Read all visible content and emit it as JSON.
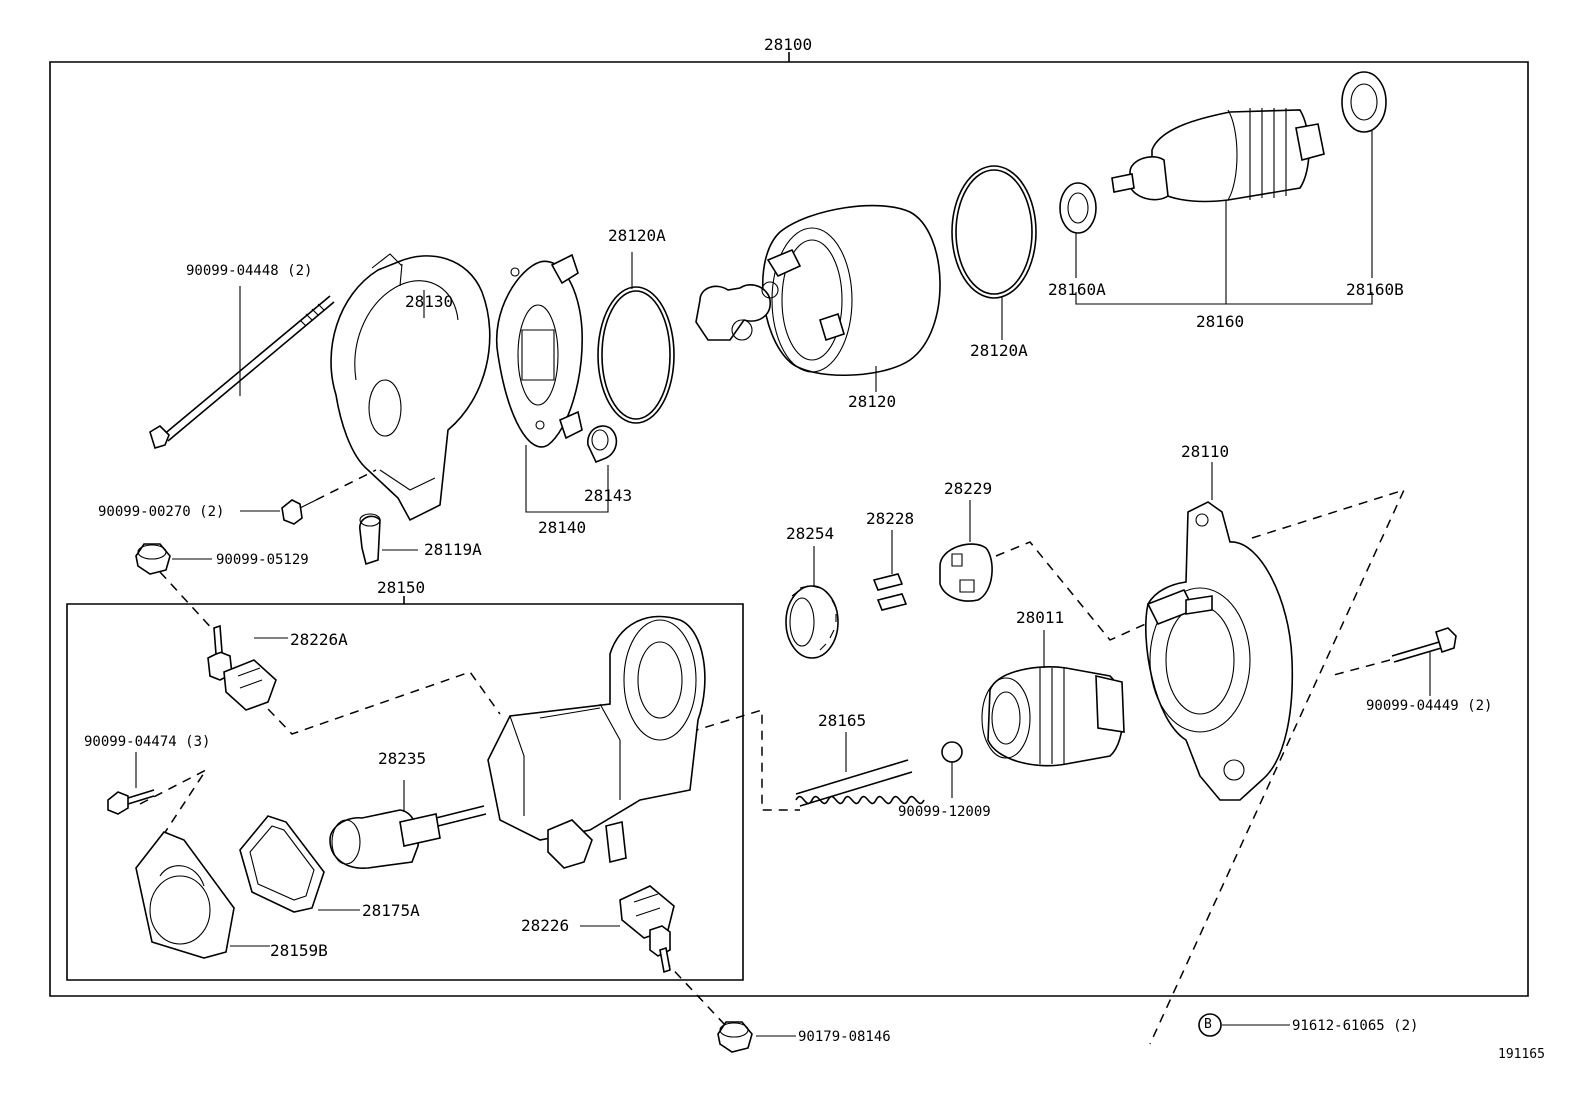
{
  "title_number": "28100",
  "sub_assembly_number": "28150",
  "figure_code": "191165",
  "callouts": {
    "p28120A_top": "28120A",
    "p28130": "28130",
    "p90099_04448": "90099-04448 (2)",
    "p90099_00270": "90099-00270 (2)",
    "p28119A": "28119A",
    "p90099_05129": "90099-05129",
    "p28143": "28143",
    "p28140": "28140",
    "p28120": "28120",
    "p28120A_right": "28120A",
    "p28160A": "28160A",
    "p28160": "28160",
    "p28160B": "28160B",
    "p28110": "28110",
    "p28229": "28229",
    "p28228": "28228",
    "p28254": "28254",
    "p28011": "28011",
    "p28165": "28165",
    "p90099_12009": "90099-12009",
    "p90099_04449": "90099-04449 (2)",
    "p28226A": "28226A",
    "p90099_04474": "90099-04474 (3)",
    "p28235": "28235",
    "p28175A": "28175A",
    "p28159B": "28159B",
    "p28226": "28226",
    "p90179_08146": "90179-08146",
    "p91612_61065": "91612-61065 (2)",
    "b_marker": "B"
  }
}
